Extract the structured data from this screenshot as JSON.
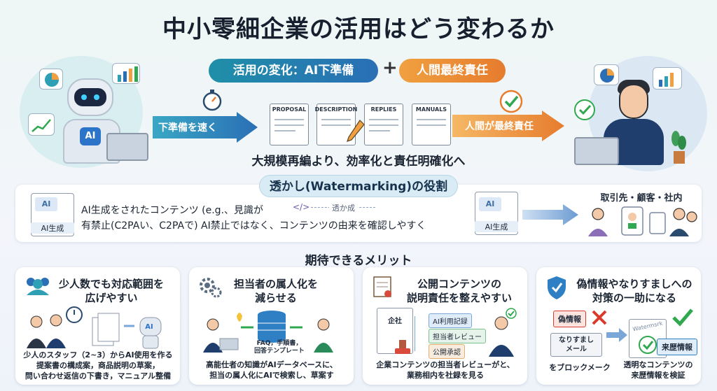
{
  "title": "中小零細企業の活用はどう変わるか",
  "header": {
    "change_label": "活用の変化：AI下準備",
    "plus": "+",
    "human_label": "人間最終責任"
  },
  "flow": {
    "left_arrow": "下準備を速く",
    "right_arrow": "人間が最終責任",
    "documents": [
      "PROPOSAL",
      "DESCRIPTION",
      "REPLIES",
      "MANUALS"
    ],
    "robot_chip": "AI",
    "summary": "大規模再編より、効率化と責任明確化へ"
  },
  "watermark": {
    "title": "透かし(Watermarking)の役割",
    "doc_ai": "AI",
    "doc_tag_left": "AI生成",
    "doc_tag_right": "AI生成",
    "line1": "AI生成をされたコンテンツ (e.g.、見識が",
    "line2": "有禁止(C2PAい、C2PAで) AI禁止ではなく、コンテンツの由来を確認しやすく",
    "mid_label": "透か成",
    "audience": "取引先・顧客・社内"
  },
  "benefits": {
    "heading": "期待できるメリット",
    "cards": [
      {
        "title_l1": "少人数でも対応範囲を",
        "title_l2": "広げやすい",
        "robot_chip": "AI",
        "foot_l1": "少人のスタッフ（2~3）からAI使用を作る",
        "foot_l2": "提案書の構成案，商品説明の草案，",
        "foot_l3": "問い合わせ返信の下書き，マニュアル整備"
      },
      {
        "title_l1": "担当者の属人化を",
        "title_l2": "減らせる",
        "db_label_l1": "FAQ，手順書，",
        "db_label_l2": "回答テンプレート",
        "foot_l1": "高能仕者の知識がAIデータベースに、",
        "foot_l2": "担当の属人化にAIで検索し、草案す"
      },
      {
        "title_l1": "公開コンテンツの",
        "title_l2": "説明責任を整えやすい",
        "doc_label": "企社",
        "chips": [
          "AI利用記録",
          "担当者レビュー",
          "公開承認"
        ],
        "foot_l1": "企業コンテンツの担当者レビューがと、",
        "foot_l2": "業務相内を社録を見る"
      },
      {
        "title_l1": "偽情報やなりすましへの",
        "title_l2": "対策の一助になる",
        "fake_tag": "偽情報",
        "spoof_l1": "なりすまし",
        "spoof_l2": "メール",
        "watermark_doc": "Watermsrk",
        "history_tag": "来歴情報",
        "foot_left": "をブロックメーク",
        "foot_right_l1": "透明なコンテンツの",
        "foot_right_l2": "来歴情報を検証"
      }
    ]
  },
  "colors": {
    "teal": "#1f8fa8",
    "blue": "#2a6fb5",
    "orange": "#e67c2e",
    "green": "#2fa84f",
    "red": "#d93a2b"
  }
}
